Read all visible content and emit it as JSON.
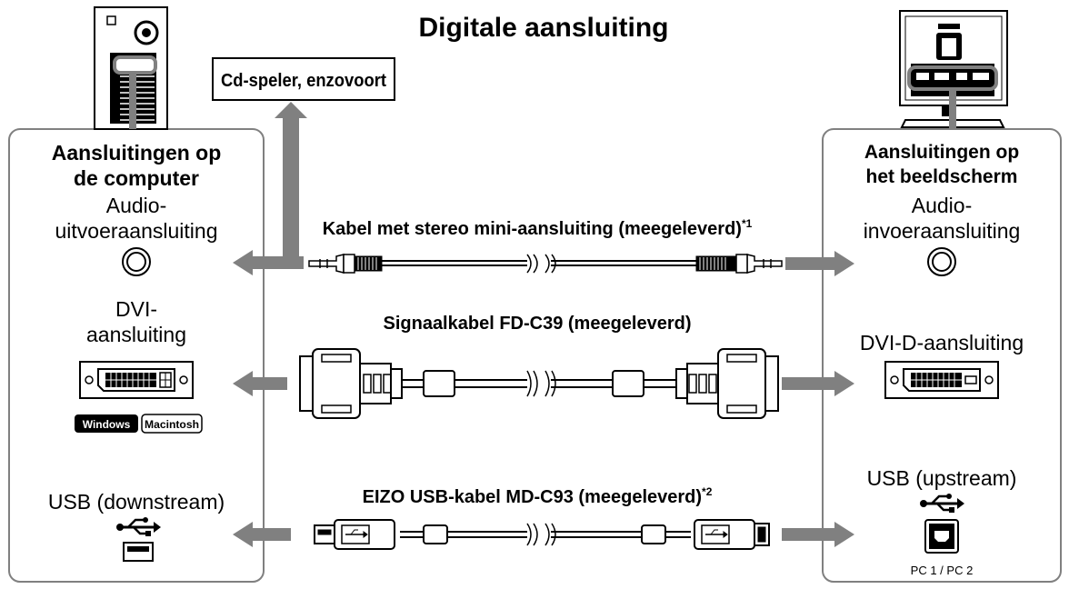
{
  "title": "Digitale aansluiting",
  "source_box": "Cd-speler, enzovoort",
  "left_panel": {
    "heading_line1": "Aansluitingen op",
    "heading_line2": "de computer",
    "audio_line1": "Audio-",
    "audio_line2": "uitvoeraansluiting",
    "dvi_line1": "DVI-",
    "dvi_line2": "aansluiting",
    "badge_windows": "Windows",
    "badge_mac": "Macintosh",
    "usb": "USB (downstream)"
  },
  "right_panel": {
    "heading_line1": "Aansluitingen op",
    "heading_line2": "het beeldscherm",
    "audio_line1": "Audio-",
    "audio_line2": "invoeraansluiting",
    "dvi": "DVI-D-aansluiting",
    "usb": "USB (upstream)",
    "pc_label": "PC 1 / PC 2"
  },
  "cables": {
    "audio": "Kabel met stereo mini-aansluiting (meegeleverd)",
    "audio_note": "*1",
    "signal": "Signaalkabel FD-C39 (meegeleverd)",
    "usb": "EIZO USB-kabel MD-C93 (meegeleverd)",
    "usb_note": "*2"
  },
  "colors": {
    "arrow": "#808080",
    "panel_border": "#808080",
    "text": "#000000"
  }
}
